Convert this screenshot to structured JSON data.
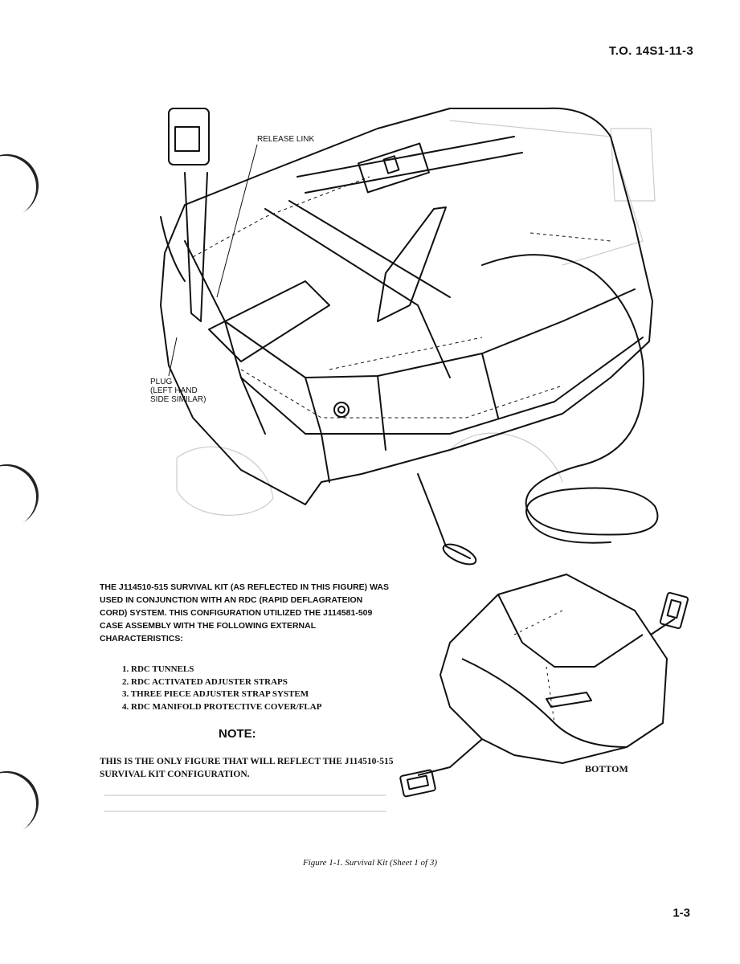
{
  "header": {
    "tech_order": "T.O. 14S1-11-3"
  },
  "figure": {
    "labels": {
      "release_link": "RELEASE LINK",
      "plug": "PLUG\n(LEFT HAND\nSIDE SIMILAR)",
      "bottom": "BOTTOM"
    },
    "caption": "Figure 1-1.  Survival Kit (Sheet 1 of 3)"
  },
  "body": {
    "intro": "THE J114510-515 SURVIVAL KIT (AS REFLECTED IN THIS FIGURE) WAS USED IN CONJUNCTION WITH AN RDC (RAPID DEFLAGRATEION CORD) SYSTEM. THIS CONFIGURATION UTILIZED THE J114581-509 CASE ASSEMBLY WITH THE FOLLOWING EXTERNAL CHARACTERISTICS:",
    "characteristics": [
      "1. RDC TUNNELS",
      "2. RDC ACTIVATED ADJUSTER STRAPS",
      "3. THREE PIECE ADJUSTER STRAP SYSTEM",
      "4. RDC MANIFOLD PROTECTIVE COVER/FLAP"
    ],
    "note_heading": "NOTE:",
    "note_text": "THIS IS THE ONLY FIGURE THAT WILL REFLECT THE J114510-515 SURVIVAL KIT CONFIGURATION."
  },
  "footer": {
    "page_number": "1-3"
  }
}
